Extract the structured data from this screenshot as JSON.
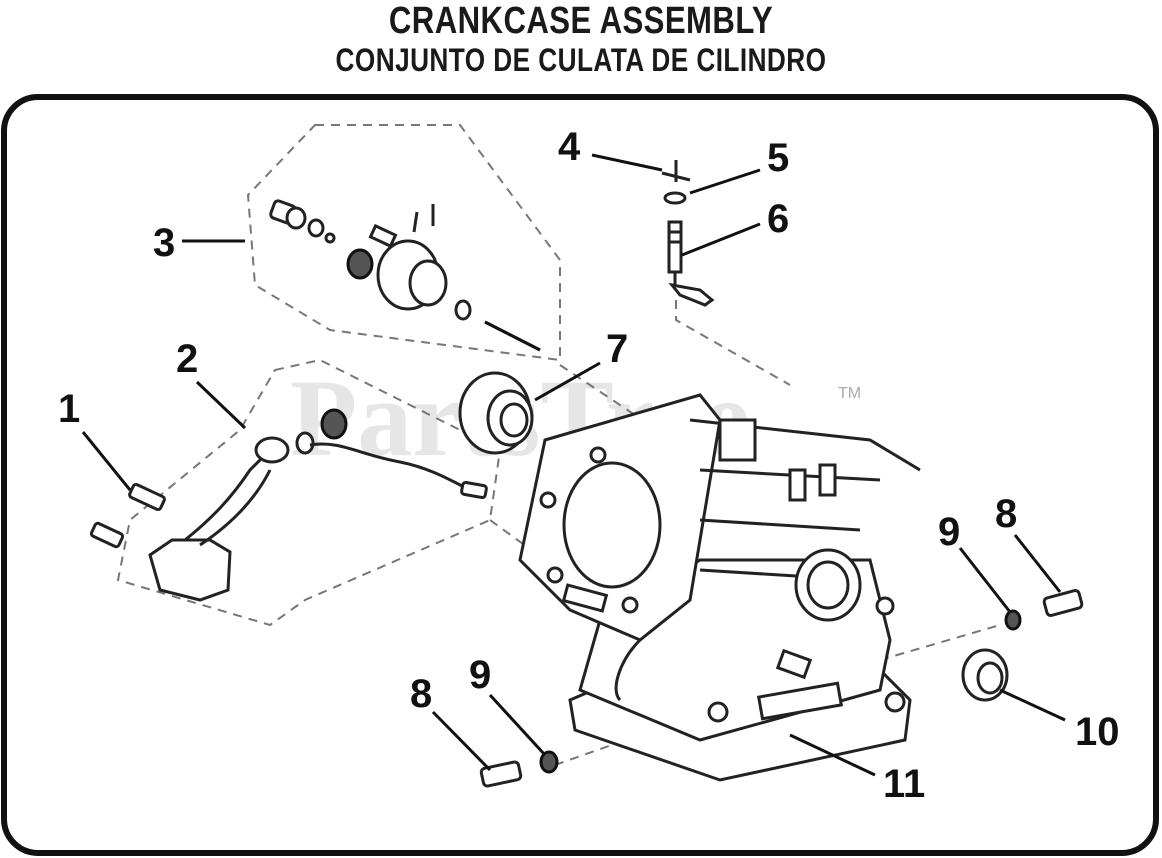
{
  "title_en": "CRANKCASE ASSEMBLY",
  "title_es": "CONJUNTO DE CULATA DE CILINDRO",
  "watermark": "PartsTree",
  "trademark": "TM",
  "callouts": [
    "1",
    "2",
    "3",
    "4",
    "5",
    "6",
    "7",
    "8",
    "9",
    "8",
    "9",
    "10",
    "11"
  ]
}
